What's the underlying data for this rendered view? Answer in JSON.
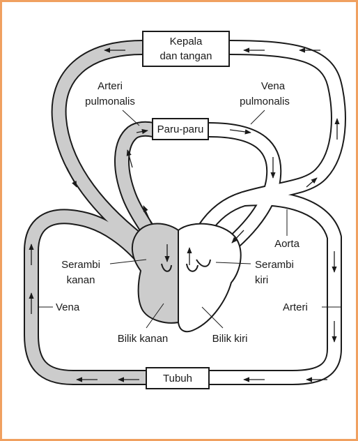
{
  "colors": {
    "frame": "#f0a060",
    "deoxygenated_fill": "#cccccc",
    "oxygenated_fill": "#ffffff",
    "outline": "#1a1a1a"
  },
  "boxes": {
    "head_arms_line1": "Kepala",
    "head_arms_line2": "dan tangan",
    "lungs": "Paru-paru",
    "body": "Tubuh"
  },
  "labels": {
    "pulmonary_artery_line1": "Arteri",
    "pulmonary_artery_line2": "pulmonalis",
    "pulmonary_vein_line1": "Vena",
    "pulmonary_vein_line2": "pulmonalis",
    "aorta": "Aorta",
    "right_atrium_line1": "Serambi",
    "right_atrium_line2": "kanan",
    "left_atrium_line1": "Serambi",
    "left_atrium_line2": "kiri",
    "vein": "Vena",
    "artery": "Arteri",
    "right_ventricle": "Bilik kanan",
    "left_ventricle": "Bilik kiri"
  },
  "icons": {
    "flow_arrow": "arrow-icon"
  }
}
